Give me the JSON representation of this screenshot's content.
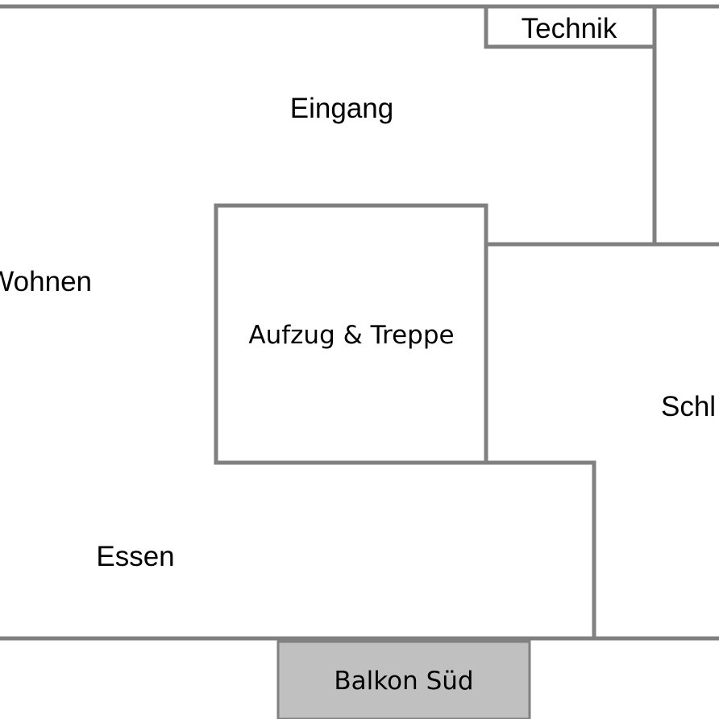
{
  "floor_plan": {
    "rooms": {
      "technik": "Technik",
      "eingang": "Eingang",
      "wohnen": "Wohnen",
      "aufzug_treppe": "Aufzug & Treppe",
      "schlafen": "Schl",
      "essen": "Essen",
      "balkon": "Balkon Süd"
    },
    "colors": {
      "wall": "#808080",
      "balcony_fill": "#c0c0c0",
      "text": "#000000",
      "background": "#ffffff"
    }
  }
}
